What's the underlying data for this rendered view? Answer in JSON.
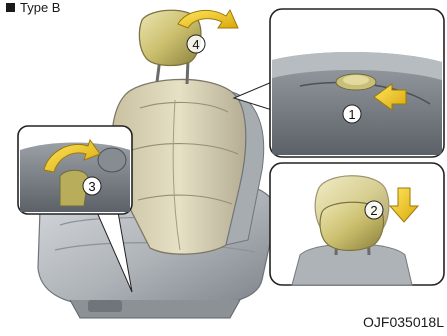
{
  "header": {
    "type_label": "Type B"
  },
  "footer": {
    "figure_code": "OJF035018L"
  },
  "callouts": [
    {
      "number": "1",
      "meaning": "press headrest release button"
    },
    {
      "number": "2",
      "meaning": "headrest moves down"
    },
    {
      "number": "3",
      "meaning": "fold seatback lever"
    },
    {
      "number": "4",
      "meaning": "tilt headrest"
    }
  ],
  "icons": {
    "arrow_push": "yellow-push-arrow-icon",
    "arrow_down": "yellow-down-arrow-icon",
    "arrow_curve": "yellow-curved-arrow-icon"
  },
  "colors": {
    "highlight_yellow": "#f5d21c",
    "headrest_yellow": "#cfc37a",
    "seat_gray": "#b9bdc2",
    "inset_border": "#222222"
  }
}
